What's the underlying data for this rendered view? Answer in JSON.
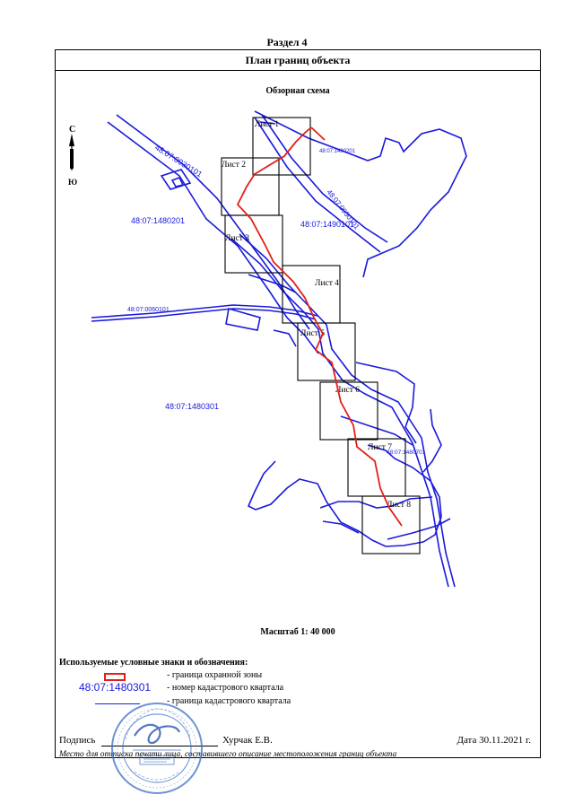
{
  "section": "Раздел 4",
  "title": "План границ объекта",
  "subtitle": "Обзорная схема",
  "compass": {
    "north": "С",
    "south": "Ю"
  },
  "sheets": [
    "Лист 1",
    "Лист 2",
    "Лист 3",
    "Лист 4",
    "Лист 5",
    "Лист 6",
    "Лист 7",
    "Лист 8"
  ],
  "cadastral_labels": {
    "q1": "48:07:0030101",
    "q2": "48:07:1490201",
    "q3": "48:07:0050101",
    "q4": "48:07:1480201",
    "q5": "48:07:1490101",
    "q6": "48:07:0060101",
    "q7": "48:07:1480301",
    "q8": "48:07:1480701"
  },
  "scale": "Масштаб 1: 40 000",
  "legend": {
    "title": "Используемые условные знаки и обозначения:",
    "items": [
      {
        "symbol": "red-rect",
        "text": "- граница  охранной зоны"
      },
      {
        "symbol": "number",
        "number": "48:07:1480301",
        "text": "- номер кадастрового квартала"
      },
      {
        "symbol": "blue-line",
        "text": "- граница кадастрового квартала"
      }
    ]
  },
  "signature": {
    "label": "Подпись",
    "name": "Хурчак Е.В.",
    "date": "Дата 30.11.2021 г."
  },
  "footnote": "Место для оттиска печати лица, составившего описание местоположения границ объекта",
  "colors": {
    "boundary": "#1a1adb",
    "zone": "#e0201a",
    "frame": "#000000",
    "stamp": "#3c6fc4"
  }
}
